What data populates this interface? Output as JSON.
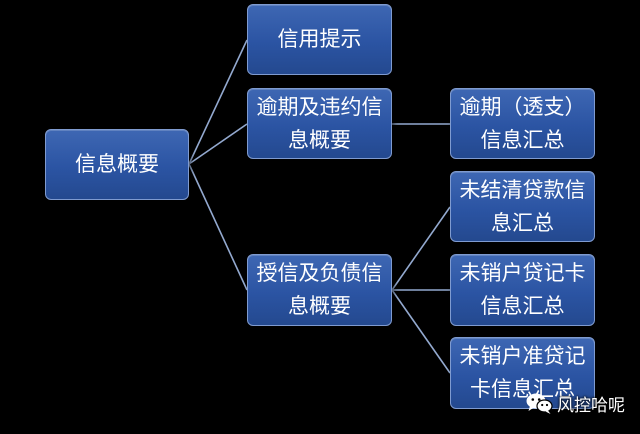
{
  "diagram": {
    "root": {
      "label": "信息概要"
    },
    "level1": [
      {
        "label": "信用提示"
      },
      {
        "label": "逾期及违约信\n息概要"
      },
      {
        "label": "授信及负债信\n息概要"
      }
    ],
    "level2": [
      {
        "label": "逾期（透支）\n信息汇总"
      },
      {
        "label": "未结清贷款信\n息汇总"
      },
      {
        "label": "未销户贷记卡\n信息汇总"
      },
      {
        "label": "未销户准贷记\n卡信息汇总"
      }
    ]
  },
  "watermark": {
    "text": "风控哈呢",
    "icon": "wechat-icon"
  },
  "colors": {
    "background": "#000000",
    "node_fill": "#2b54a3",
    "node_border": "#7f9bd0",
    "connector": "#93a9cf",
    "text": "#ffffff"
  }
}
